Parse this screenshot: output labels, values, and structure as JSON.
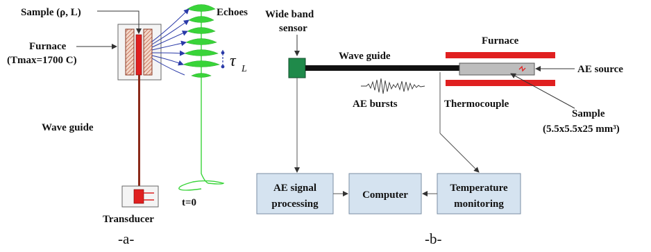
{
  "panel_a": {
    "caption": "-a-",
    "sample_label": "Sample (ρ, L)",
    "furnace_label": "Furnace",
    "furnace_tmax": "(Tmax=1700 C)",
    "echoes_label": "Echoes",
    "tau_symbol": "τ",
    "tau_subscript": "L",
    "waveguide_label": "Wave guide",
    "t0_label": "t=0",
    "transducer_label": "Transducer"
  },
  "panel_b": {
    "caption": "-b-",
    "sensor_label_line1": "Wide band",
    "sensor_label_line2": "sensor",
    "waveguide_label": "Wave guide",
    "furnace_label": "Furnace",
    "ae_source_label": "AE source",
    "ae_bursts_label": "AE bursts",
    "thermocouple_label": "Thermocouple",
    "sample_label": "Sample",
    "sample_dims": "(5.5x5.5x25 mm³)",
    "box_ae_line1": "AE signal",
    "box_ae_line2": "processing",
    "box_computer": "Computer",
    "box_temp_line1": "Temperature",
    "box_temp_line2": "monitoring"
  },
  "colors": {
    "furnace_red": "#e02020",
    "waveguide_brown": "#8b2a1a",
    "echo_green": "#39d439",
    "sensor_green": "#1f8a4a",
    "box_fill": "#d5e3f0",
    "box_stroke": "#7a8ea3",
    "sample_gray": "#bdbdbd"
  }
}
